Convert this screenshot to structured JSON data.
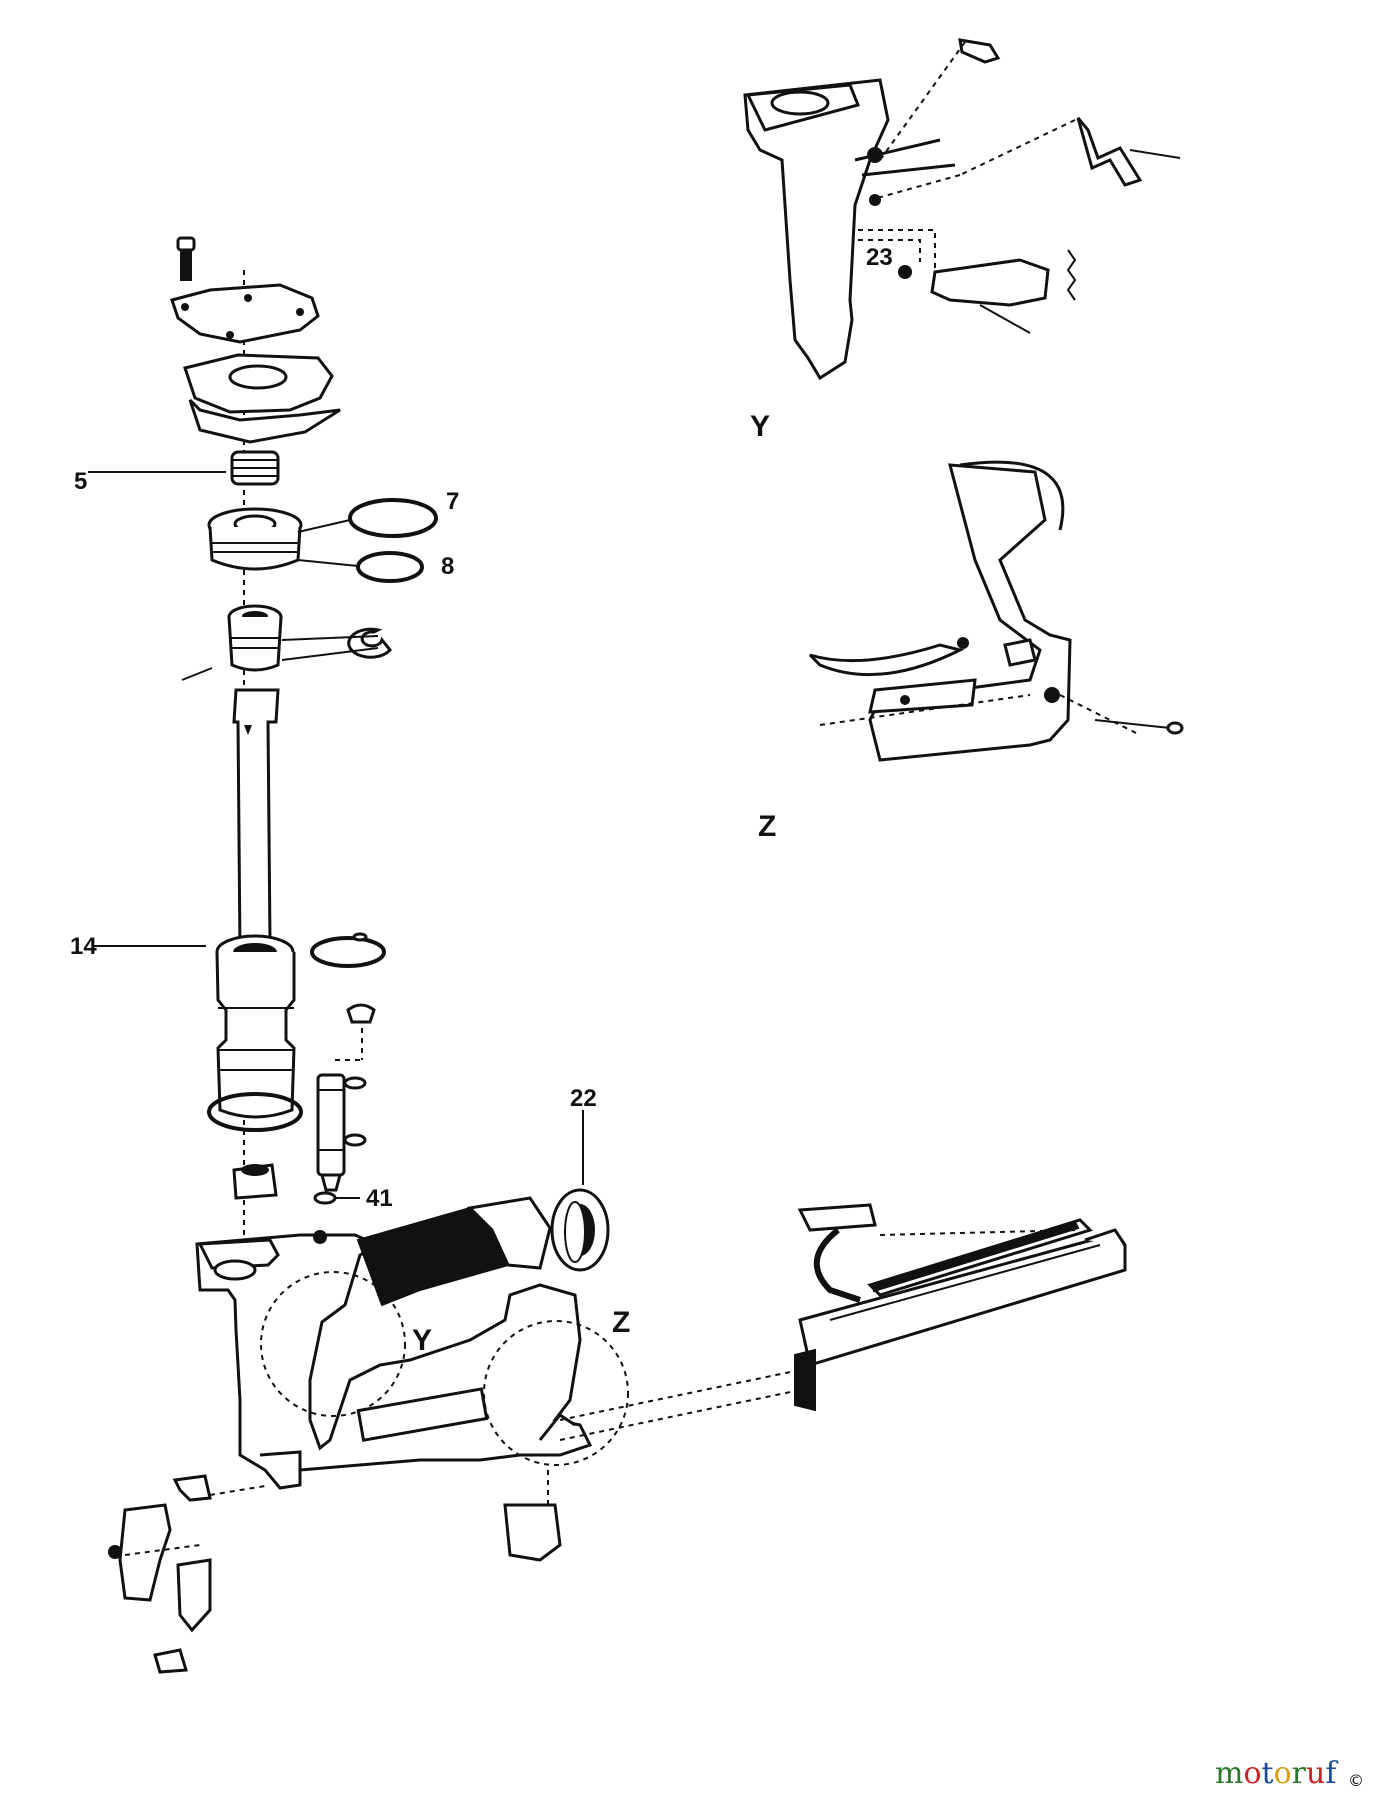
{
  "callouts": [
    {
      "id": "5",
      "text": "5"
    },
    {
      "id": "7",
      "text": "7"
    },
    {
      "id": "8",
      "text": "8"
    },
    {
      "id": "14",
      "text": "14"
    },
    {
      "id": "22",
      "text": "22"
    },
    {
      "id": "23",
      "text": "23"
    },
    {
      "id": "41",
      "text": "41"
    }
  ],
  "detail_markers": {
    "y_main": "Y",
    "z_main": "Z",
    "y_detail": "Y",
    "z_detail": "Z"
  },
  "watermark": {
    "parts": [
      "m",
      "o",
      "t",
      "o",
      "r",
      "u",
      "f"
    ],
    "colors": [
      "#2a7a2a",
      "#cc2222",
      "#1a4a9a",
      "#d4a017",
      "#2a7a2a",
      "#cc2222",
      "#1a4a9a"
    ],
    "copyright": "©"
  }
}
